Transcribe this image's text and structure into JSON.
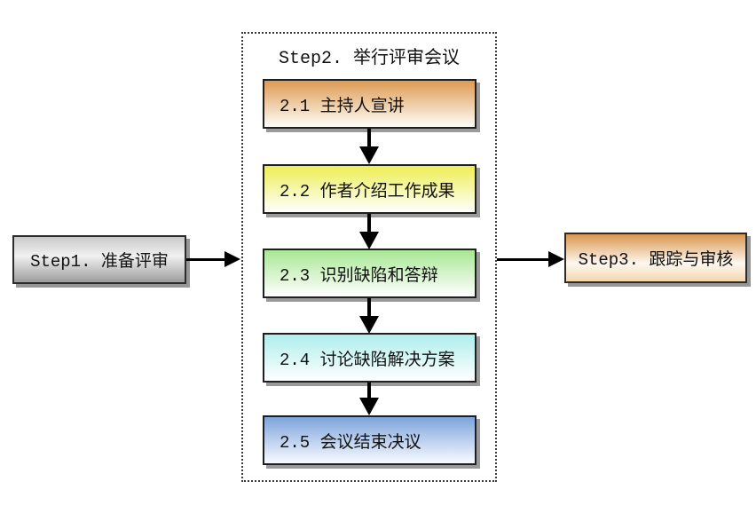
{
  "step1": {
    "label": "Step1. 准备评审"
  },
  "step2": {
    "title": "Step2. 举行评审会议",
    "substeps": [
      {
        "label": "2.1 主持人宣讲",
        "top_color": "#dd9b52"
      },
      {
        "label": "2.2 作者介绍工作成果",
        "top_color": "#eeee55"
      },
      {
        "label": "2.3 识别缺陷和答辩",
        "top_color": "#a8e794"
      },
      {
        "label": "2.4 讨论缺陷解决方案",
        "top_color": "#aeeeec"
      },
      {
        "label": "2.5 会议结束决议",
        "top_color": "#7ea4dc"
      }
    ]
  },
  "step3": {
    "label": "Step3. 跟踪与审核"
  },
  "colors": {
    "page_background": "#ffffff",
    "box_border": "#1f1f1f",
    "group_border_dotted": "#3a3a3a",
    "shadow": "#969696",
    "arrow": "#000000",
    "step1_gradient": [
      "#c9c9c9",
      "#f1f1f1",
      "#9c9c9c"
    ],
    "step3_gradient": [
      "#d9974f",
      "#fdf8f0",
      "#f3d7ae"
    ]
  }
}
